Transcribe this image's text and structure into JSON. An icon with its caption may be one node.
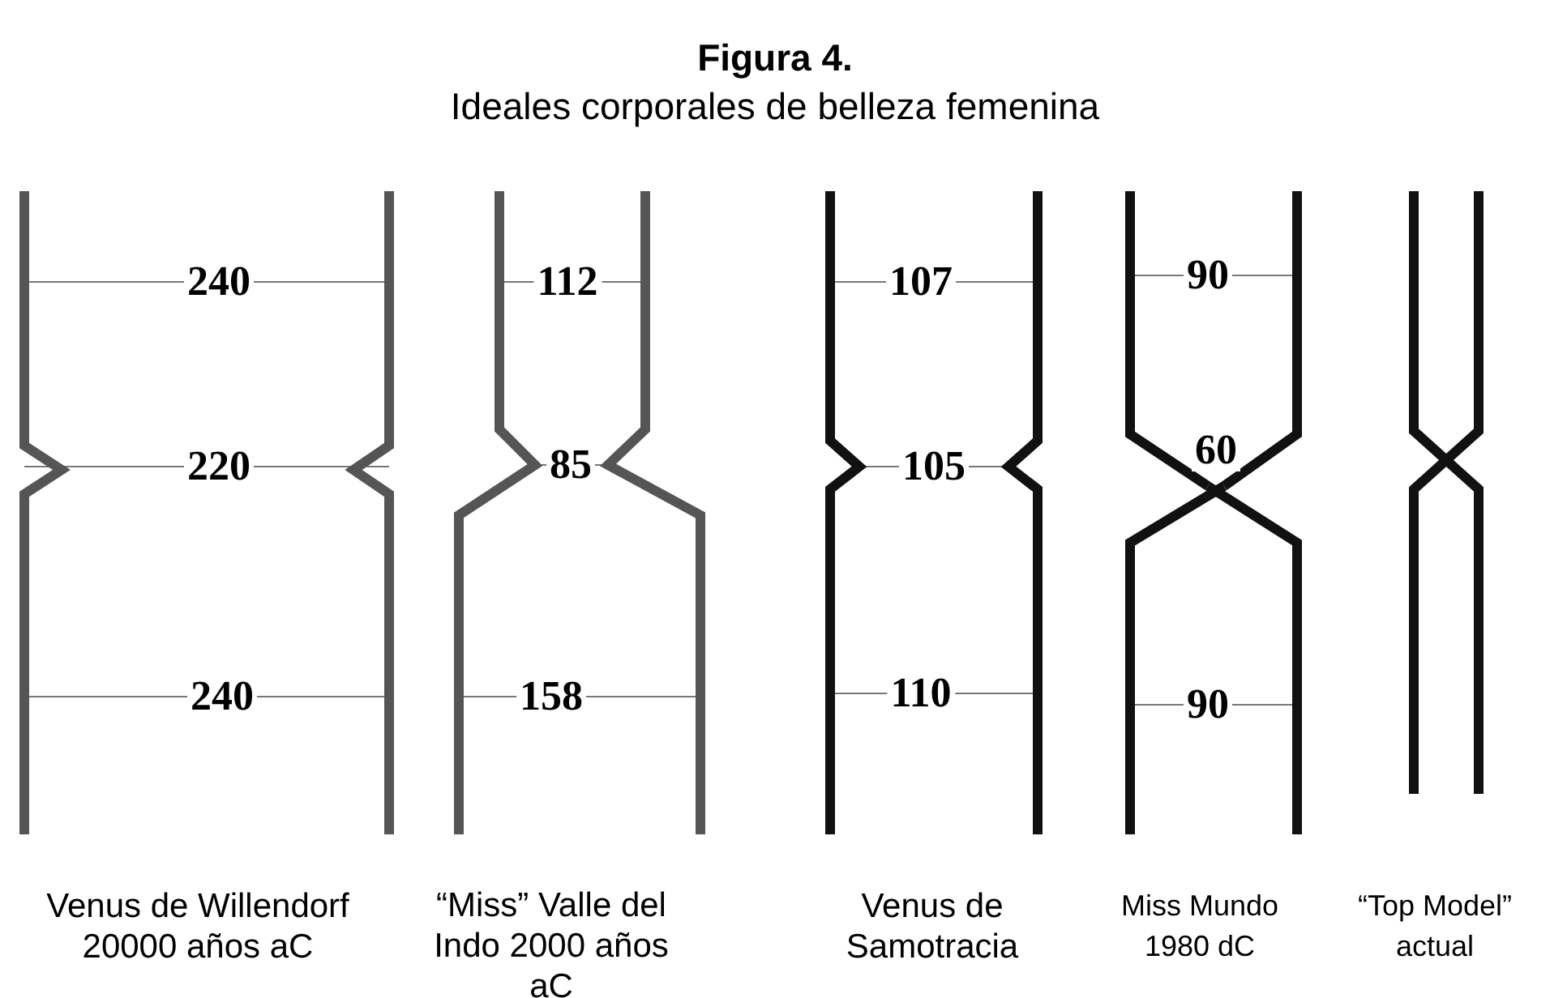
{
  "diagram": {
    "title": "Figura 4.",
    "labels": [
      "Ideales corporales de belleza femenina",
      "240",
      "112",
      "107",
      "90",
      "220",
      "85",
      "105",
      "60",
      "240",
      "158",
      "110",
      "90",
      "Venus de Willendorf 20000 años aC",
      "“Miss” Valle del Indo 2000 años aC",
      "Venus de Samotracia",
      "Miss Mundo 1980 dC",
      "“Top Model” actual"
    ]
  }
}
